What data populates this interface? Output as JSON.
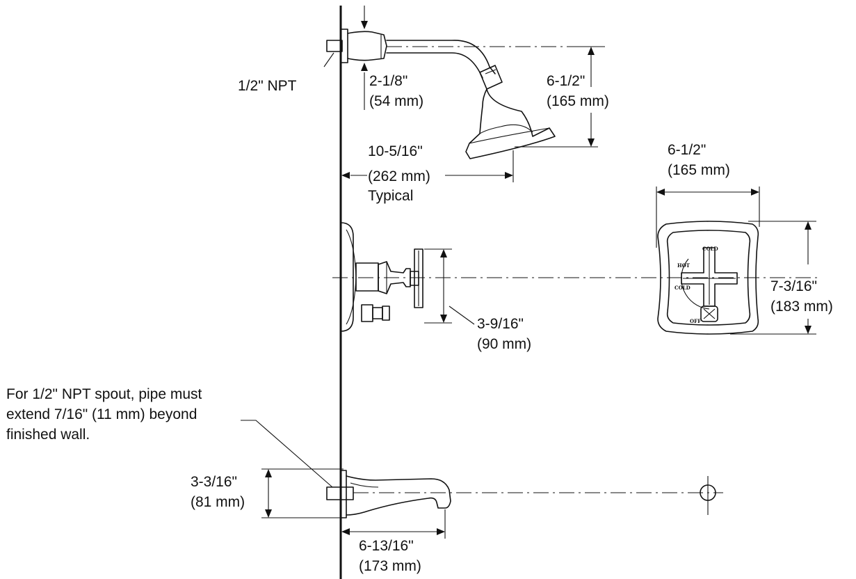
{
  "labels": {
    "npt_top": "1/2\" NPT",
    "dim_2_1_8": "2-1/8\"",
    "dim_54mm": "(54 mm)",
    "dim_6_1_2_head": "6-1/2\"",
    "dim_165mm_head": "(165 mm)",
    "dim_10_5_16": "10-5/16\"",
    "dim_262mm": "(262 mm)",
    "typical": "Typical",
    "dim_6_1_2_plate": "6-1/2\"",
    "dim_165mm_plate": "(165 mm)",
    "dim_7_3_16": "7-3/16\"",
    "dim_183mm": "(183 mm)",
    "dim_3_9_16": "3-9/16\"",
    "dim_90mm": "(90 mm)",
    "note_line1": "For 1/2\" NPT spout, pipe must",
    "note_line2": "extend 7/16\" (11 mm) beyond",
    "note_line3": "finished wall.",
    "dim_3_3_16": "3-3/16\"",
    "dim_81mm": "(81 mm)",
    "dim_6_13_16": "6-13/16\"",
    "dim_173mm": "(173 mm)"
  },
  "handle_markings": {
    "cold_top": "COLD",
    "hot": "HOT",
    "cold_left": "COLD",
    "off": "OFF"
  }
}
